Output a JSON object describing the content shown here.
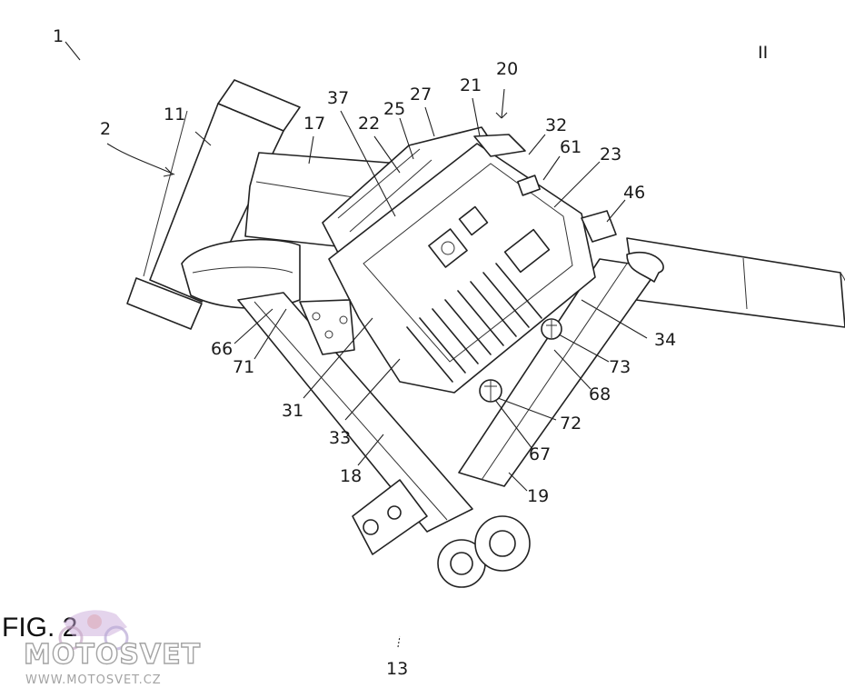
{
  "figure": {
    "caption": "FIG. 2",
    "labels": [
      "1",
      "2",
      "11",
      "17",
      "37",
      "22",
      "25",
      "27",
      "21",
      "20",
      "32",
      "61",
      "23",
      "46",
      "34",
      "73",
      "68",
      "72",
      "67",
      "19",
      "18",
      "33",
      "31",
      "71",
      "66",
      "13",
      "II"
    ]
  },
  "watermark": {
    "brand": "MOTOSVET",
    "url": "WWW.MOTOSVET.CZ"
  }
}
